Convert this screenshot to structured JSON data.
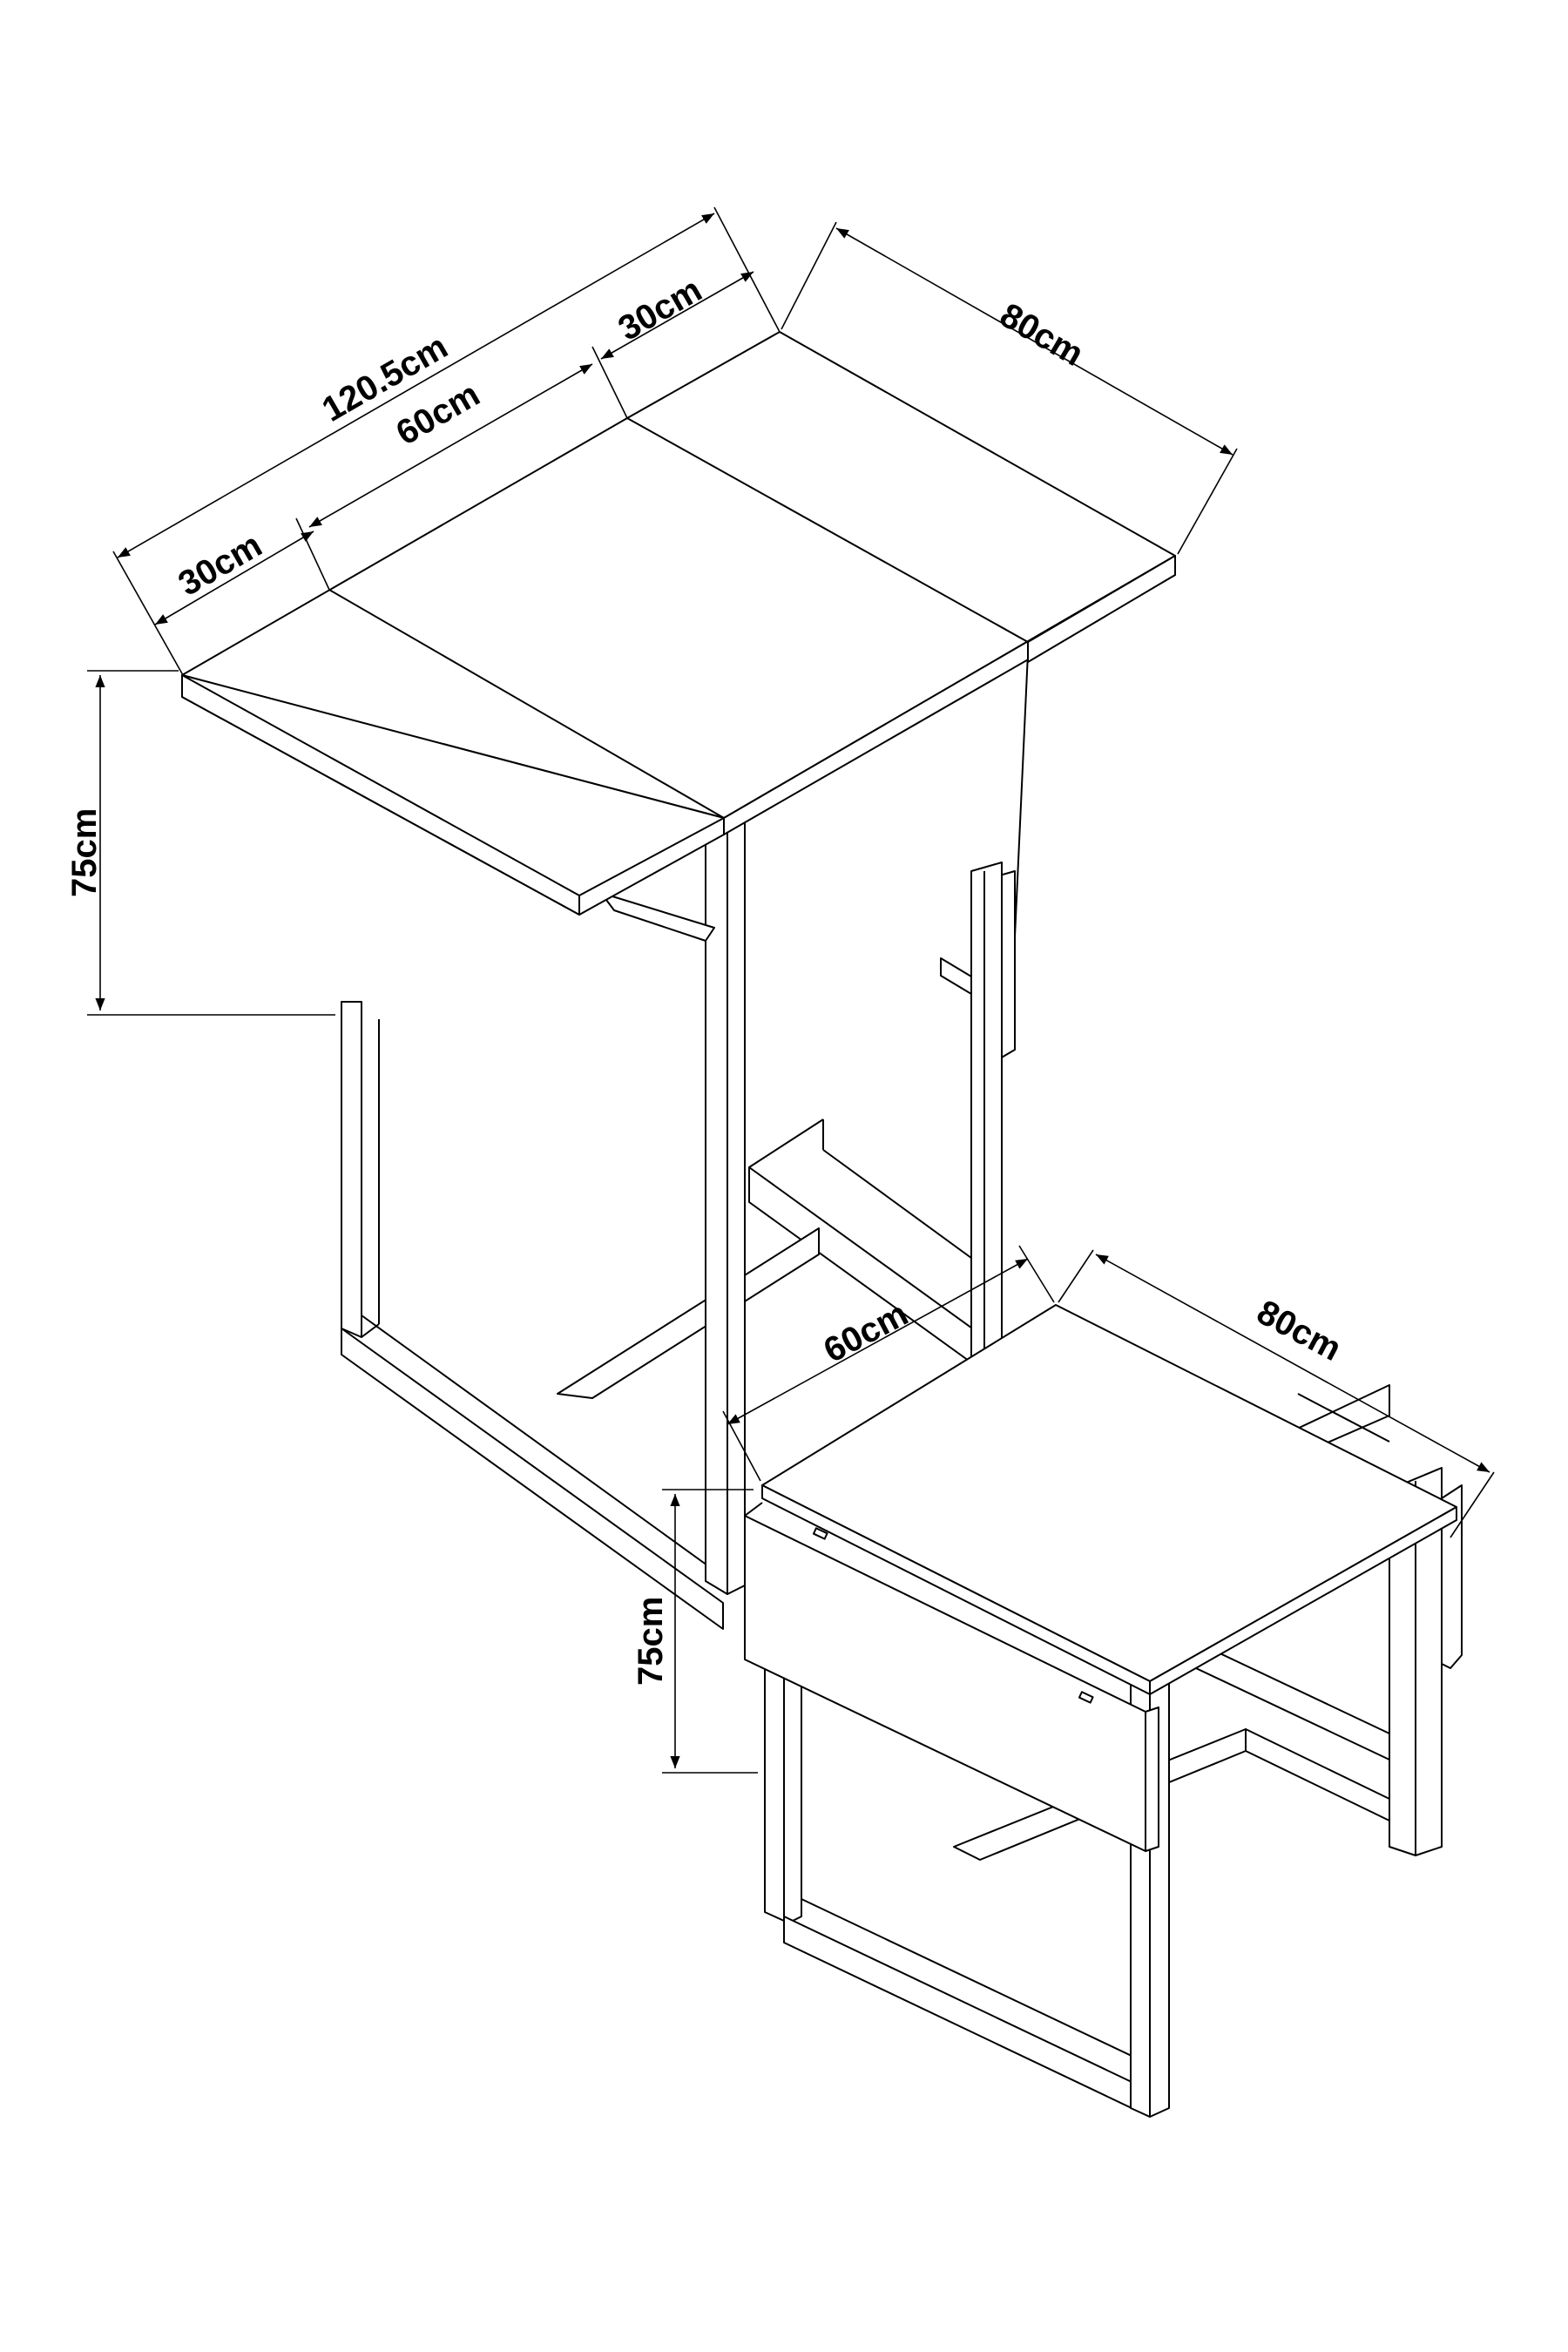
{
  "diagram": {
    "type": "furniture-dimension-drawing",
    "stroke_color": "#000000",
    "background": "#ffffff",
    "views": [
      {
        "name": "extended-table",
        "labels": {
          "overall_length": "120.5cm",
          "leaf_left": "30cm",
          "center": "60cm",
          "leaf_right": "30cm",
          "depth": "80cm",
          "height": "75cm"
        }
      },
      {
        "name": "folded-table",
        "labels": {
          "width": "60cm",
          "depth": "80cm",
          "height": "75cm"
        }
      }
    ]
  }
}
